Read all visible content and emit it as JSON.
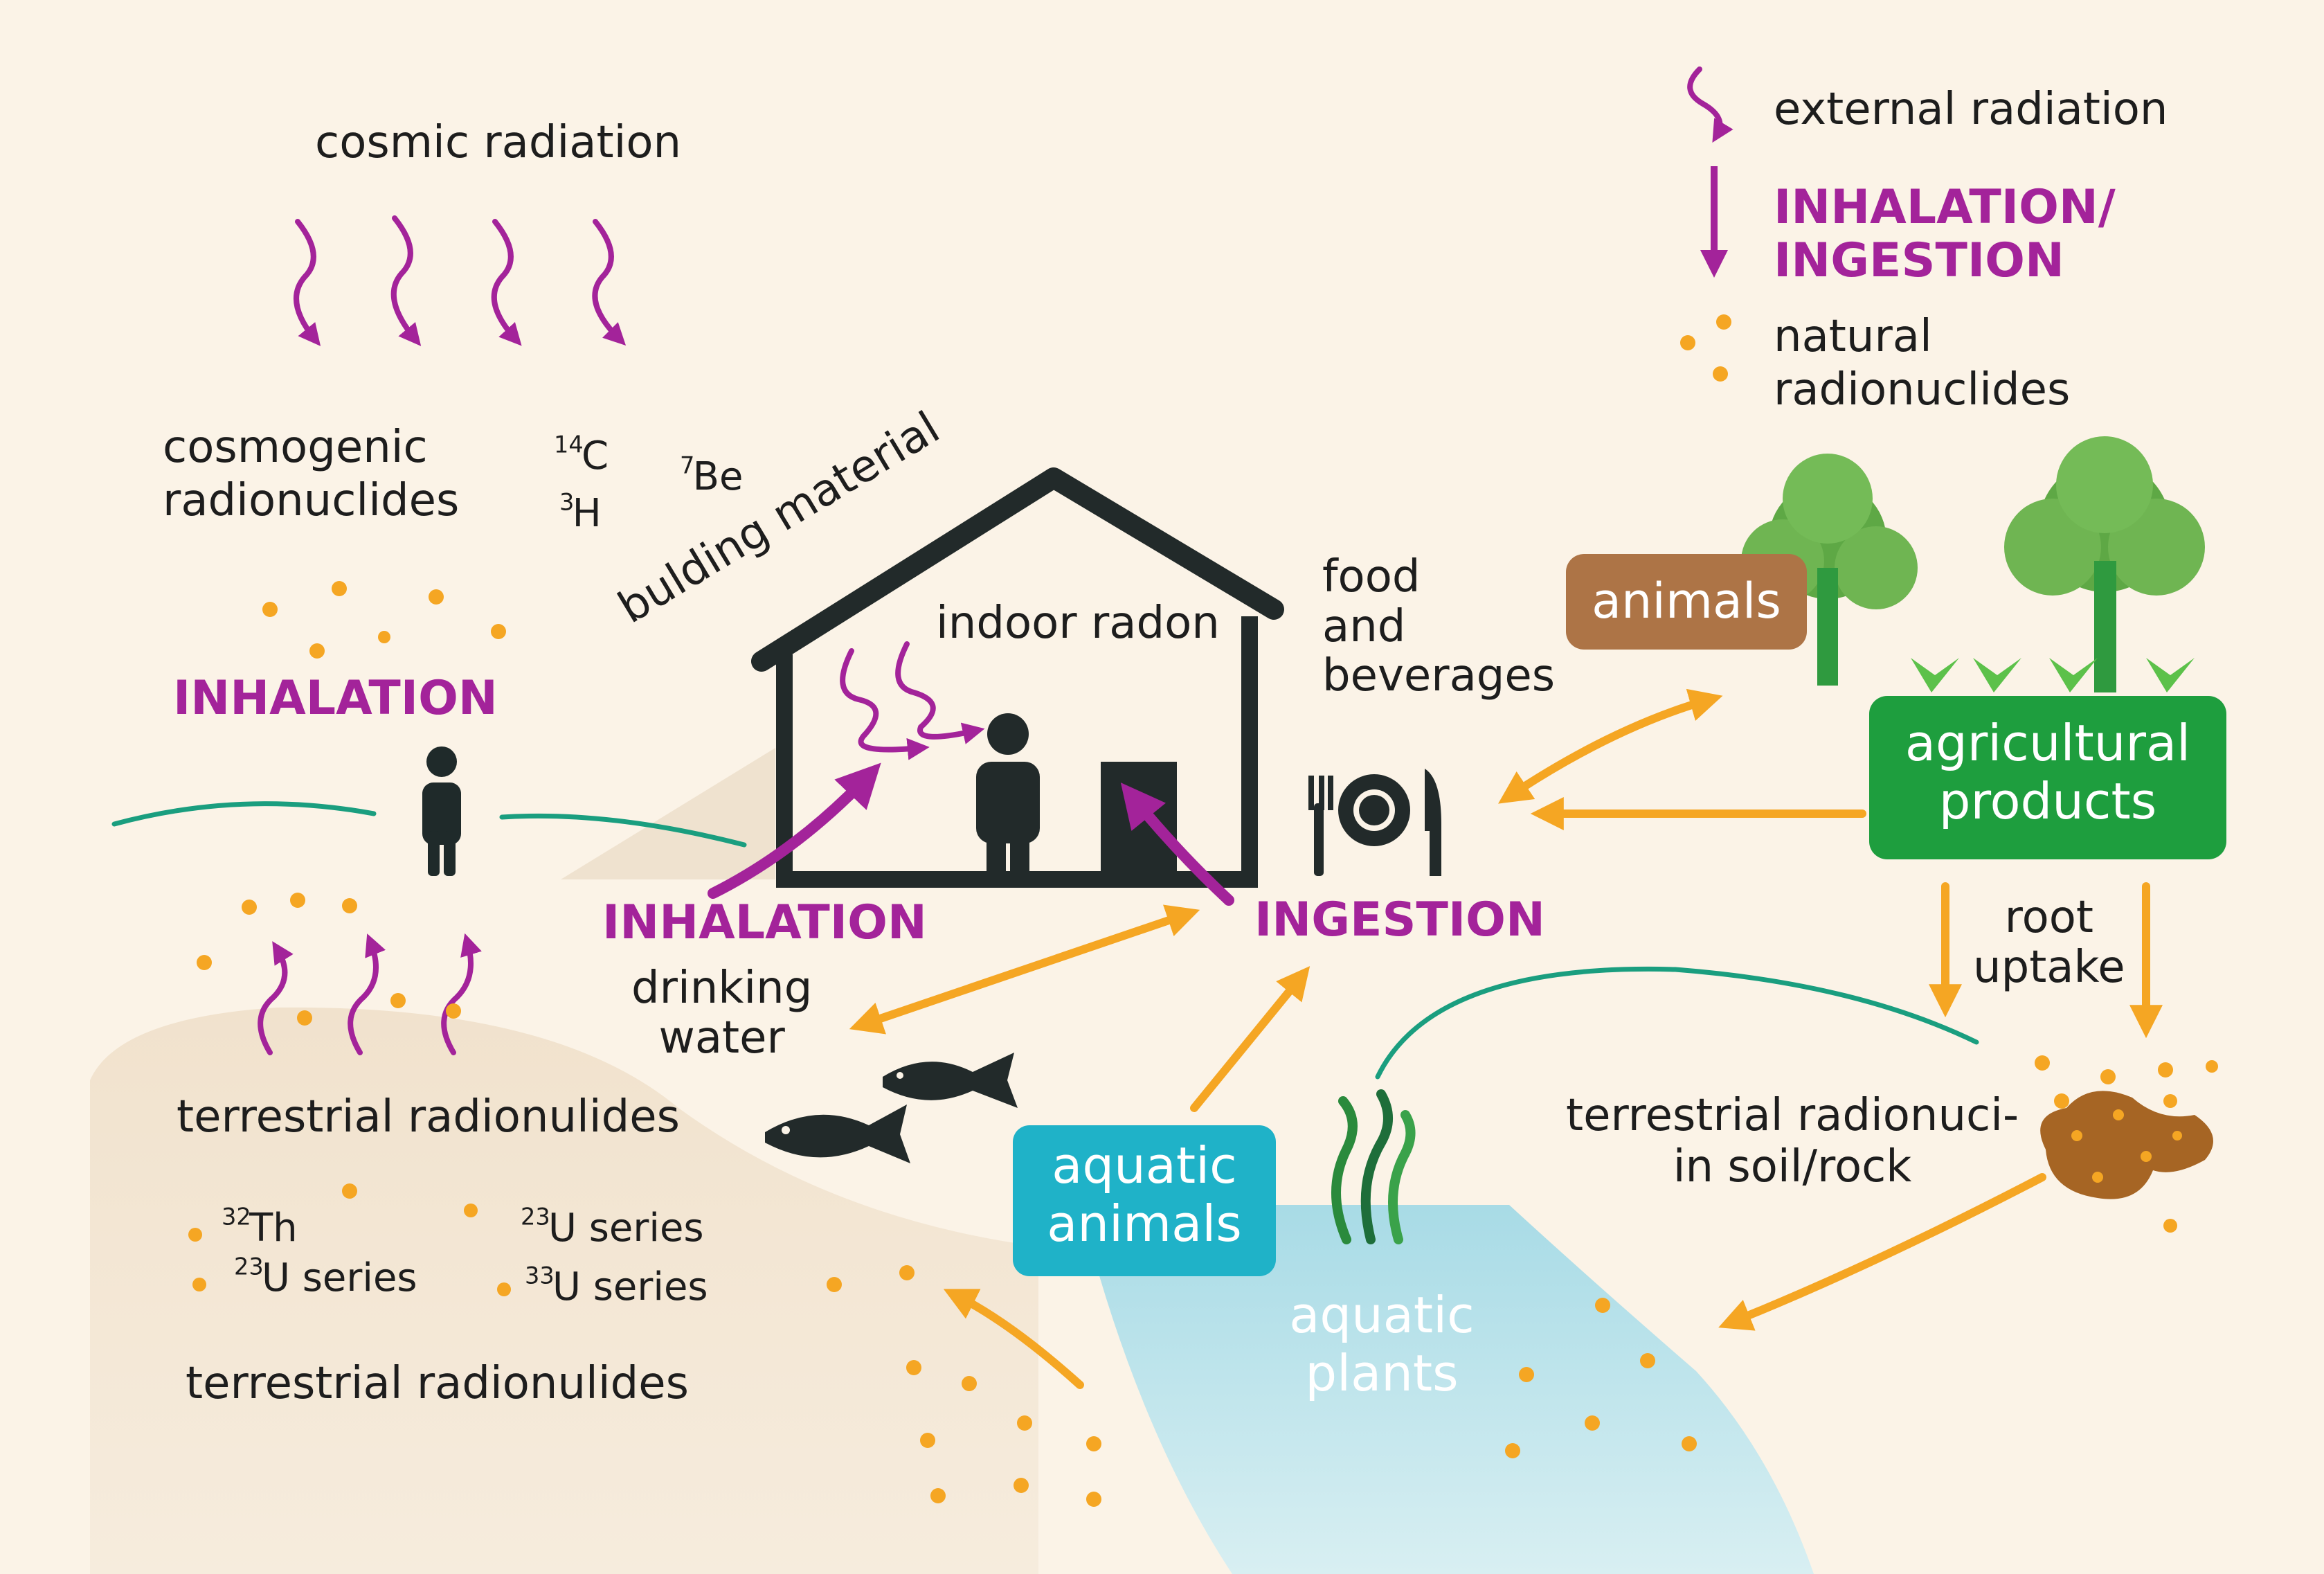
{
  "colors": {
    "background": "#fbf3e7",
    "purple": "#a3239a",
    "orange": "#f5a623",
    "green_box": "#1e9e3e",
    "brown_box": "#ad7446",
    "teal_box": "#1fb2c8",
    "water": "#bfe4ec",
    "ground": "#f1e2cd",
    "house": "#222a2a",
    "teal_line": "#1a9e7f"
  },
  "legend": {
    "external": "external radiation",
    "inhalation_line1": "INHALATION/",
    "inhalation_line2": "INGESTION",
    "natural_line1": "natural",
    "natural_line2": "radionuclides",
    "icons": [
      "wavy-arrow-icon",
      "down-arrow-icon",
      "dots-icon"
    ]
  },
  "labels": {
    "cosmic_radiation": "cosmic radiation",
    "cosmogenic_line1": "cosmogenic",
    "cosmogenic_line2": "radionuclides",
    "inhalation_left": "INHALATION",
    "building_material": "bulding material",
    "indoor_radon": "indoor radon",
    "food_line1": "food",
    "food_line2": "and",
    "food_line3": "beverages",
    "inhalation_center": "INHALATION",
    "drinking_line1": "drinking",
    "drinking_line2": "water",
    "ingestion": "INGESTION",
    "animals": "animals",
    "agri_line1": "agricultural",
    "agri_line2": "products",
    "root_line1": "root",
    "root_line2": "uptake",
    "terr_soil_line1": "terrestrial radionuci-",
    "terr_soil_line2": "in soil/rock",
    "aquatic_animals_line1": "aquatic",
    "aquatic_animals_line2": "animals",
    "aquatic_plants_line1": "aquatic",
    "aquatic_plants_line2": "plants",
    "terrestrial_upper": "terrestrial radionulides",
    "terrestrial_lower": "terrestrial radionulides"
  },
  "isotopes": {
    "c14": {
      "sup": "14",
      "sym": "C"
    },
    "h3": {
      "sup": "3",
      "sym": "H"
    },
    "be7": {
      "sup": "7",
      "sym": "Be"
    },
    "th32": {
      "sup": "32",
      "sym": "Th"
    },
    "u23a": {
      "sup": "23",
      "sym": "U series"
    },
    "u23b": {
      "sup": "23",
      "sym": "U series"
    },
    "u33": {
      "sup": "33",
      "sym": "U series"
    }
  },
  "icons": [
    "person-icon",
    "house-icon",
    "plate-fork-knife-icon",
    "fish-icon",
    "tree-icon",
    "seaweed-icon",
    "soil-rock-icon"
  ]
}
